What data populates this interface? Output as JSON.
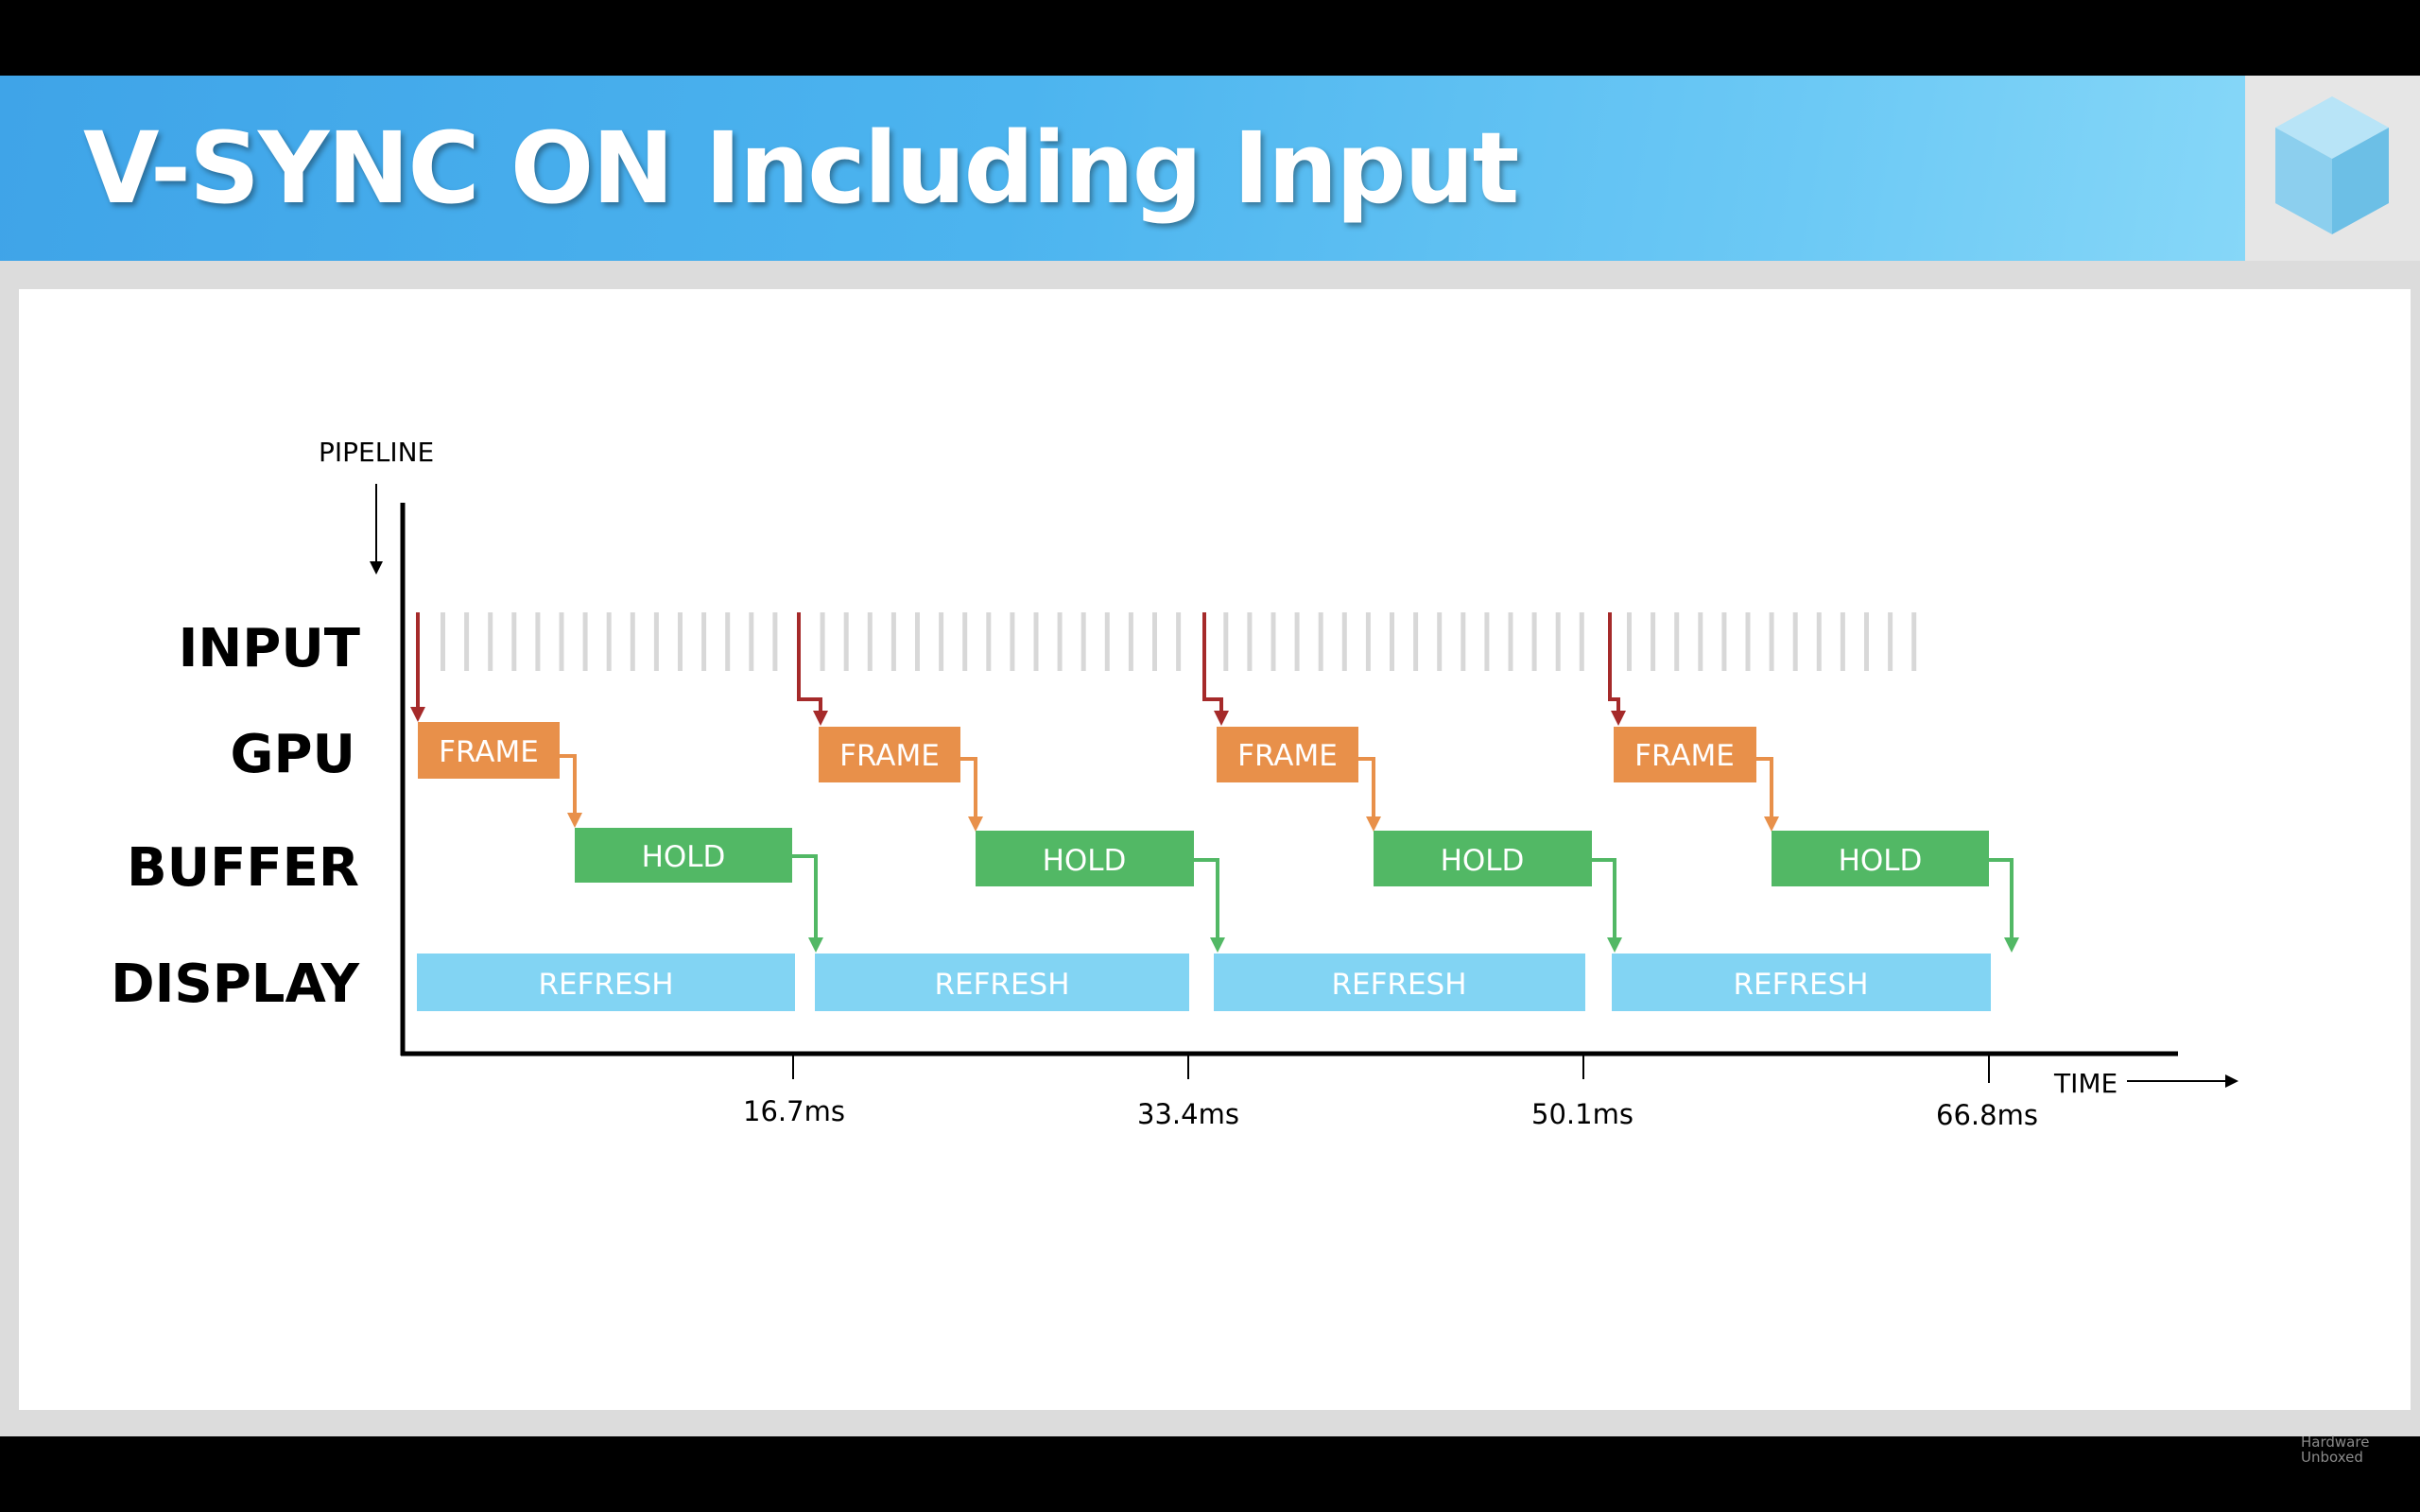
{
  "title": "V-SYNC ON Including Input",
  "watermark": [
    "Hardware",
    "Unboxed"
  ],
  "colors": {
    "banner": "#4cb4ef",
    "frame": "#e8904a",
    "hold": "#52b865",
    "refresh": "#82d4f3",
    "input_arrow": "#a52a2a",
    "input_tick": "#d8d8d8"
  },
  "diagram": {
    "y_axis_label": "PIPELINE",
    "x_axis_label": "TIME",
    "lanes": [
      "INPUT",
      "GPU",
      "BUFFER",
      "DISPLAY"
    ],
    "time_ticks": [
      "16.7ms",
      "33.4ms",
      "50.1ms",
      "66.8ms"
    ],
    "cycles": [
      {
        "frame": "FRAME",
        "hold": "HOLD",
        "refresh": "REFRESH"
      },
      {
        "frame": "FRAME",
        "hold": "HOLD",
        "refresh": "REFRESH"
      },
      {
        "frame": "FRAME",
        "hold": "HOLD",
        "refresh": "REFRESH"
      },
      {
        "frame": "FRAME",
        "hold": "HOLD",
        "refresh": "REFRESH"
      }
    ]
  }
}
